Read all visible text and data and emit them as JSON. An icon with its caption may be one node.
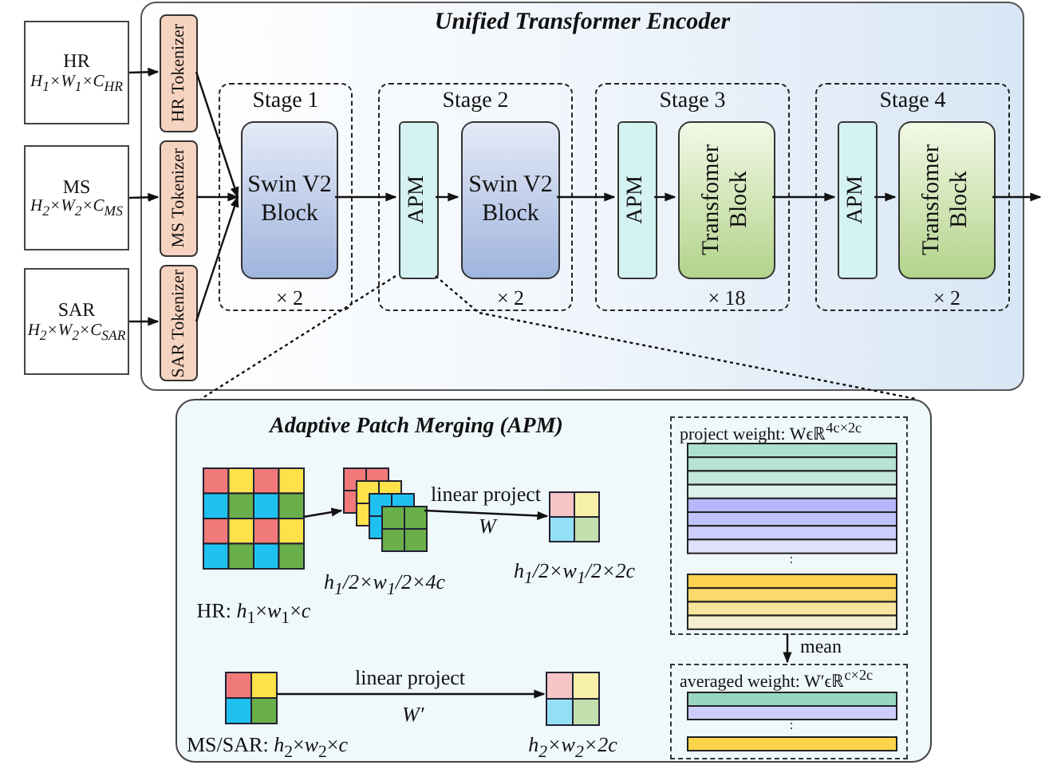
{
  "diagram": {
    "nodes": [
      {
        "text": [
          "HR",
          "H$_{1}$×W$_{1}$×C$_{HR}$"
        ]
      },
      {
        "text": [
          "MS",
          "H$_{2}$×W$_{2}$×C$_{MS}$"
        ]
      },
      {
        "text": [
          "SAR",
          "H$_{2}$×W$_{2}$×C$_{SAR}$"
        ]
      },
      {
        "text": [
          "Unified Transformer Encoder"
        ]
      },
      {
        "text": [
          "HR Tokenizer"
        ],
        "in": 3
      },
      {
        "text": [
          "MS Tokenizer"
        ],
        "in": 3
      },
      {
        "text": [
          "SAR Tokenizer"
        ],
        "in": 3
      },
      {
        "text": [
          "Stage 1"
        ],
        "in": 3
      },
      {
        "text": [
          "Swin V2 Block"
        ],
        "in": 7,
        "beside": [
          "× 2"
        ]
      },
      {
        "text": [
          "Stage 2"
        ],
        "in": 3
      },
      {
        "text": [
          "APM"
        ],
        "in": 9
      },
      {
        "text": [
          "Swin V2 Block"
        ],
        "in": 9,
        "beside": [
          "× 2"
        ]
      },
      {
        "text": [
          "Stage 3"
        ],
        "in": 3
      },
      {
        "text": [
          "APM"
        ],
        "in": 12
      },
      {
        "text": [
          "Transfomer Block"
        ],
        "in": 12,
        "beside": [
          "× 18"
        ]
      },
      {
        "text": [
          "Stage 4"
        ],
        "in": 3
      },
      {
        "text": [
          "APM"
        ],
        "in": 15
      },
      {
        "text": [
          "Transfomer Block"
        ],
        "in": 15,
        "beside": [
          "× 2"
        ]
      },
      {
        "text": [
          "Adaptive Patch Merging (APM)"
        ]
      },
      {
        "text": [],
        "shape": "picture",
        "in": 18,
        "beside": [
          "HR: *h*$_{1}$×*w*$_{1}$×*c*"
        ]
      },
      {
        "text": [],
        "shape": "picture",
        "in": 18,
        "beside": [
          "h$_{1}$/2×w$_{1}$/2×4c"
        ]
      },
      {
        "text": [],
        "shape": "picture",
        "in": 18,
        "beside": [
          "h$_{1}$/2×w$_{1}$/2×2c"
        ]
      },
      {
        "text": [],
        "shape": "picture",
        "in": 18,
        "beside": [
          "MS/SAR: *h*$_{2}$×*w*$_{2}$×*c*"
        ]
      },
      {
        "text": [],
        "shape": "picture",
        "in": 18,
        "beside": [
          "h$_{2}$×w$_{2}$×2c"
        ]
      },
      {
        "text": [
          "project weight: Wϵℝ$^{4c×2c}$"
        ],
        "in": 18
      },
      {
        "text": [
          "averaged weight: W′ϵℝ$^{c×2c}$"
        ],
        "in": 18
      }
    ],
    "edges": [
      {
        "from": 0,
        "to": 4,
        "arrow": "to"
      },
      {
        "from": 1,
        "to": 5,
        "arrow": "to"
      },
      {
        "from": 2,
        "to": 6,
        "arrow": "to"
      },
      {
        "from": 4,
        "to": 8,
        "arrow": "to"
      },
      {
        "from": 5,
        "to": 8,
        "arrow": "to"
      },
      {
        "from": 6,
        "to": 8,
        "arrow": "to"
      },
      {
        "from": 8,
        "to": 10,
        "arrow": "to"
      },
      {
        "from": 10,
        "to": 11,
        "arrow": "to"
      },
      {
        "from": 11,
        "to": 13,
        "arrow": "to"
      },
      {
        "from": 13,
        "to": 14,
        "arrow": "to"
      },
      {
        "from": 14,
        "to": 16,
        "arrow": "to"
      },
      {
        "from": 16,
        "to": 17,
        "arrow": "to"
      },
      {
        "from": 17,
        "to": null,
        "arrow": "to"
      },
      {
        "from": 10,
        "to": 18,
        "arrow": "none",
        "style": "dashed"
      },
      {
        "from": 10,
        "to": 18,
        "arrow": "none",
        "style": "dashed"
      },
      {
        "from": 19,
        "to": 20,
        "arrow": "to"
      },
      {
        "from": 20,
        "to": 21,
        "arrow": "to",
        "label": "linear project"
      },
      {
        "from": 22,
        "to": 23,
        "arrow": "to",
        "label": "linear project"
      },
      {
        "from": 24,
        "to": 25,
        "arrow": "to",
        "label": "mean"
      }
    ],
    "labels": [
      "W",
      "W′"
    ]
  }
}
